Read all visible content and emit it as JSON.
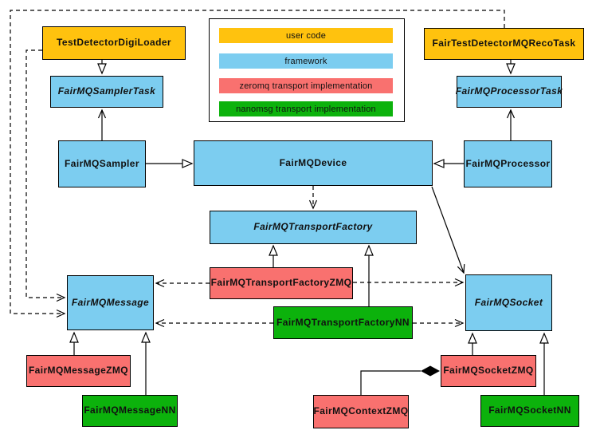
{
  "diagram_type": "UML class diagram",
  "subject": "FairMQ device / transport architecture",
  "colors": {
    "user_code": "#FFC20E",
    "framework": "#7CCDF0",
    "zeromq_impl": "#F9716F",
    "nanomsg_impl": "#0CB20C",
    "line": "#000000",
    "background": "#FFFFFF"
  },
  "legend": {
    "items": [
      {
        "label": "user code",
        "color": "#FFC20E"
      },
      {
        "label": "framework",
        "color": "#7CCDF0"
      },
      {
        "label": "zeromq transport implementation",
        "color": "#F9716F"
      },
      {
        "label": "nanomsg transport implementation",
        "color": "#0CB20C"
      }
    ]
  },
  "nodes": {
    "digiloader": {
      "label": "TestDetectorDigiLoader",
      "category": "user code",
      "abstract": false
    },
    "samplertask": {
      "label": "FairMQSamplerTask",
      "category": "framework",
      "abstract": true
    },
    "sampler": {
      "label": "FairMQSampler",
      "category": "framework",
      "abstract": false
    },
    "device": {
      "label": "FairMQDevice",
      "category": "framework",
      "abstract": false
    },
    "processor": {
      "label": "FairMQProcessor",
      "category": "framework",
      "abstract": false
    },
    "processortask": {
      "label": "FairMQProcessorTask",
      "category": "framework",
      "abstract": true
    },
    "recotask": {
      "label": "FairTestDetectorMQRecoTask",
      "category": "user code",
      "abstract": false
    },
    "transportfactory": {
      "label": "FairMQTransportFactory",
      "category": "framework",
      "abstract": true
    },
    "factoryzmq": {
      "label": "FairMQTransportFactoryZMQ",
      "category": "zeromq transport implementation",
      "abstract": false
    },
    "factorynn": {
      "label": "FairMQTransportFactoryNN",
      "category": "nanomsg transport implementation",
      "abstract": false
    },
    "message": {
      "label": "FairMQMessage",
      "category": "framework",
      "abstract": true
    },
    "socket": {
      "label": "FairMQSocket",
      "category": "framework",
      "abstract": true
    },
    "messagezmq": {
      "label": "FairMQMessageZMQ",
      "category": "zeromq transport implementation",
      "abstract": false
    },
    "messagenn": {
      "label": "FairMQMessageNN",
      "category": "nanomsg transport implementation",
      "abstract": false
    },
    "socketzmq": {
      "label": "FairMQSocketZMQ",
      "category": "zeromq transport implementation",
      "abstract": false
    },
    "contextzmq": {
      "label": "FairMQContextZMQ",
      "category": "zeromq transport implementation",
      "abstract": false
    },
    "socketnn": {
      "label": "FairMQSocketNN",
      "category": "nanomsg transport implementation",
      "abstract": false
    }
  },
  "edges": [
    {
      "from": "TestDetectorDigiLoader",
      "to": "FairMQSamplerTask",
      "type": "generalization"
    },
    {
      "from": "FairTestDetectorMQRecoTask",
      "to": "FairMQProcessorTask",
      "type": "generalization"
    },
    {
      "from": "FairMQSampler",
      "to": "FairMQSamplerTask",
      "type": "association-arrow"
    },
    {
      "from": "FairMQProcessor",
      "to": "FairMQProcessorTask",
      "type": "association-arrow"
    },
    {
      "from": "FairMQSampler",
      "to": "FairMQDevice",
      "type": "generalization"
    },
    {
      "from": "FairMQProcessor",
      "to": "FairMQDevice",
      "type": "generalization"
    },
    {
      "from": "FairMQDevice",
      "to": "FairMQTransportFactory",
      "type": "dashed-dependency"
    },
    {
      "from": "FairMQDevice",
      "to": "FairMQSocket",
      "type": "association-arrow"
    },
    {
      "from": "FairMQTransportFactoryZMQ",
      "to": "FairMQTransportFactory",
      "type": "generalization"
    },
    {
      "from": "FairMQTransportFactoryNN",
      "to": "FairMQTransportFactory",
      "type": "generalization"
    },
    {
      "from": "FairMQTransportFactoryZMQ",
      "to": "FairMQMessage",
      "type": "dashed-dependency"
    },
    {
      "from": "FairMQTransportFactoryZMQ",
      "to": "FairMQSocket",
      "type": "dashed-dependency"
    },
    {
      "from": "FairMQTransportFactoryNN",
      "to": "FairMQMessage",
      "type": "dashed-dependency"
    },
    {
      "from": "FairMQTransportFactoryNN",
      "to": "FairMQSocket",
      "type": "dashed-dependency"
    },
    {
      "from": "TestDetectorDigiLoader",
      "to": "FairMQMessage",
      "type": "dashed-dependency"
    },
    {
      "from": "FairTestDetectorMQRecoTask",
      "to": "FairMQMessage",
      "type": "dashed-dependency"
    },
    {
      "from": "FairMQMessageZMQ",
      "to": "FairMQMessage",
      "type": "generalization"
    },
    {
      "from": "FairMQMessageNN",
      "to": "FairMQMessage",
      "type": "generalization"
    },
    {
      "from": "FairMQSocketZMQ",
      "to": "FairMQSocket",
      "type": "generalization"
    },
    {
      "from": "FairMQSocketNN",
      "to": "FairMQSocket",
      "type": "generalization"
    },
    {
      "from": "FairMQContextZMQ",
      "to": "FairMQSocketZMQ",
      "type": "composition"
    }
  ]
}
